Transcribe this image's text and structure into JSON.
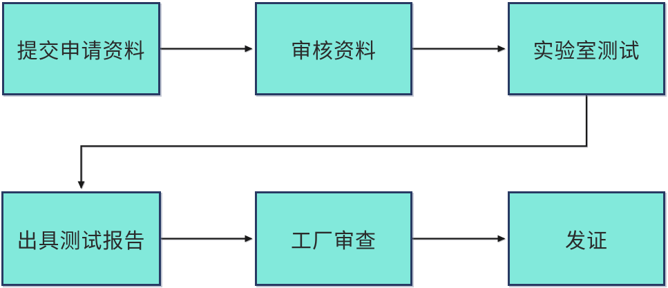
{
  "diagram": {
    "title": "certification-process-flowchart",
    "type": "flowchart",
    "colors": {
      "background": "#ffffff",
      "node_fill": "#82e9db",
      "node_border": "#283a63",
      "arrow": "#1a1a1a",
      "text": "#2b2b2b"
    },
    "nodes": [
      {
        "id": "submit-application",
        "label": "提交申请资料"
      },
      {
        "id": "review-materials",
        "label": "审核资料"
      },
      {
        "id": "laboratory-testing",
        "label": "实验室测试"
      },
      {
        "id": "issue-test-report",
        "label": "出具测试报告"
      },
      {
        "id": "factory-inspection",
        "label": "工厂审查"
      },
      {
        "id": "issue-certificate",
        "label": "发证"
      }
    ],
    "edges": [
      {
        "from": "submit-application",
        "to": "review-materials"
      },
      {
        "from": "review-materials",
        "to": "laboratory-testing"
      },
      {
        "from": "laboratory-testing",
        "to": "issue-test-report"
      },
      {
        "from": "issue-test-report",
        "to": "factory-inspection"
      },
      {
        "from": "factory-inspection",
        "to": "issue-certificate"
      }
    ]
  }
}
